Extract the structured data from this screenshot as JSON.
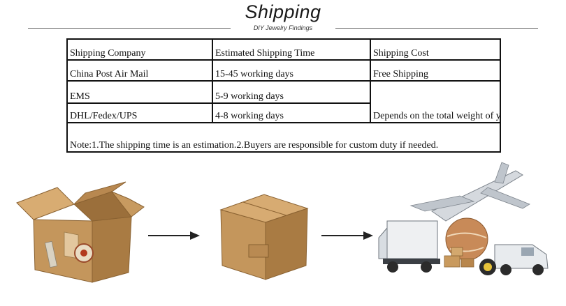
{
  "header": {
    "title": "Shipping",
    "subtitle": "DIY Jewelry Findings"
  },
  "table": {
    "headers": [
      "Shipping Company",
      "Estimated Shipping Time",
      "Shipping Cost"
    ],
    "rows": [
      {
        "company": "China Post Air Mail",
        "time": "15-45 working days",
        "cost": "Free Shipping"
      },
      {
        "company": "EMS",
        "time": "5-9 working days"
      },
      {
        "company": "DHL/Fedex/UPS",
        "time": "4-8 working days"
      }
    ],
    "shared_cost": "Depends on the total weight of your odder.",
    "note": "Note:1.The shipping time is an estimation.2.Buyers are responsible for custom duty if needed."
  },
  "colors": {
    "free_shipping": "#b01515",
    "box": "#c99a5e",
    "arrow": "#222222"
  },
  "icons": [
    "open-box-icon",
    "arrow-right-icon",
    "closed-box-icon",
    "arrow-right-icon",
    "cargo-transport-icon"
  ]
}
